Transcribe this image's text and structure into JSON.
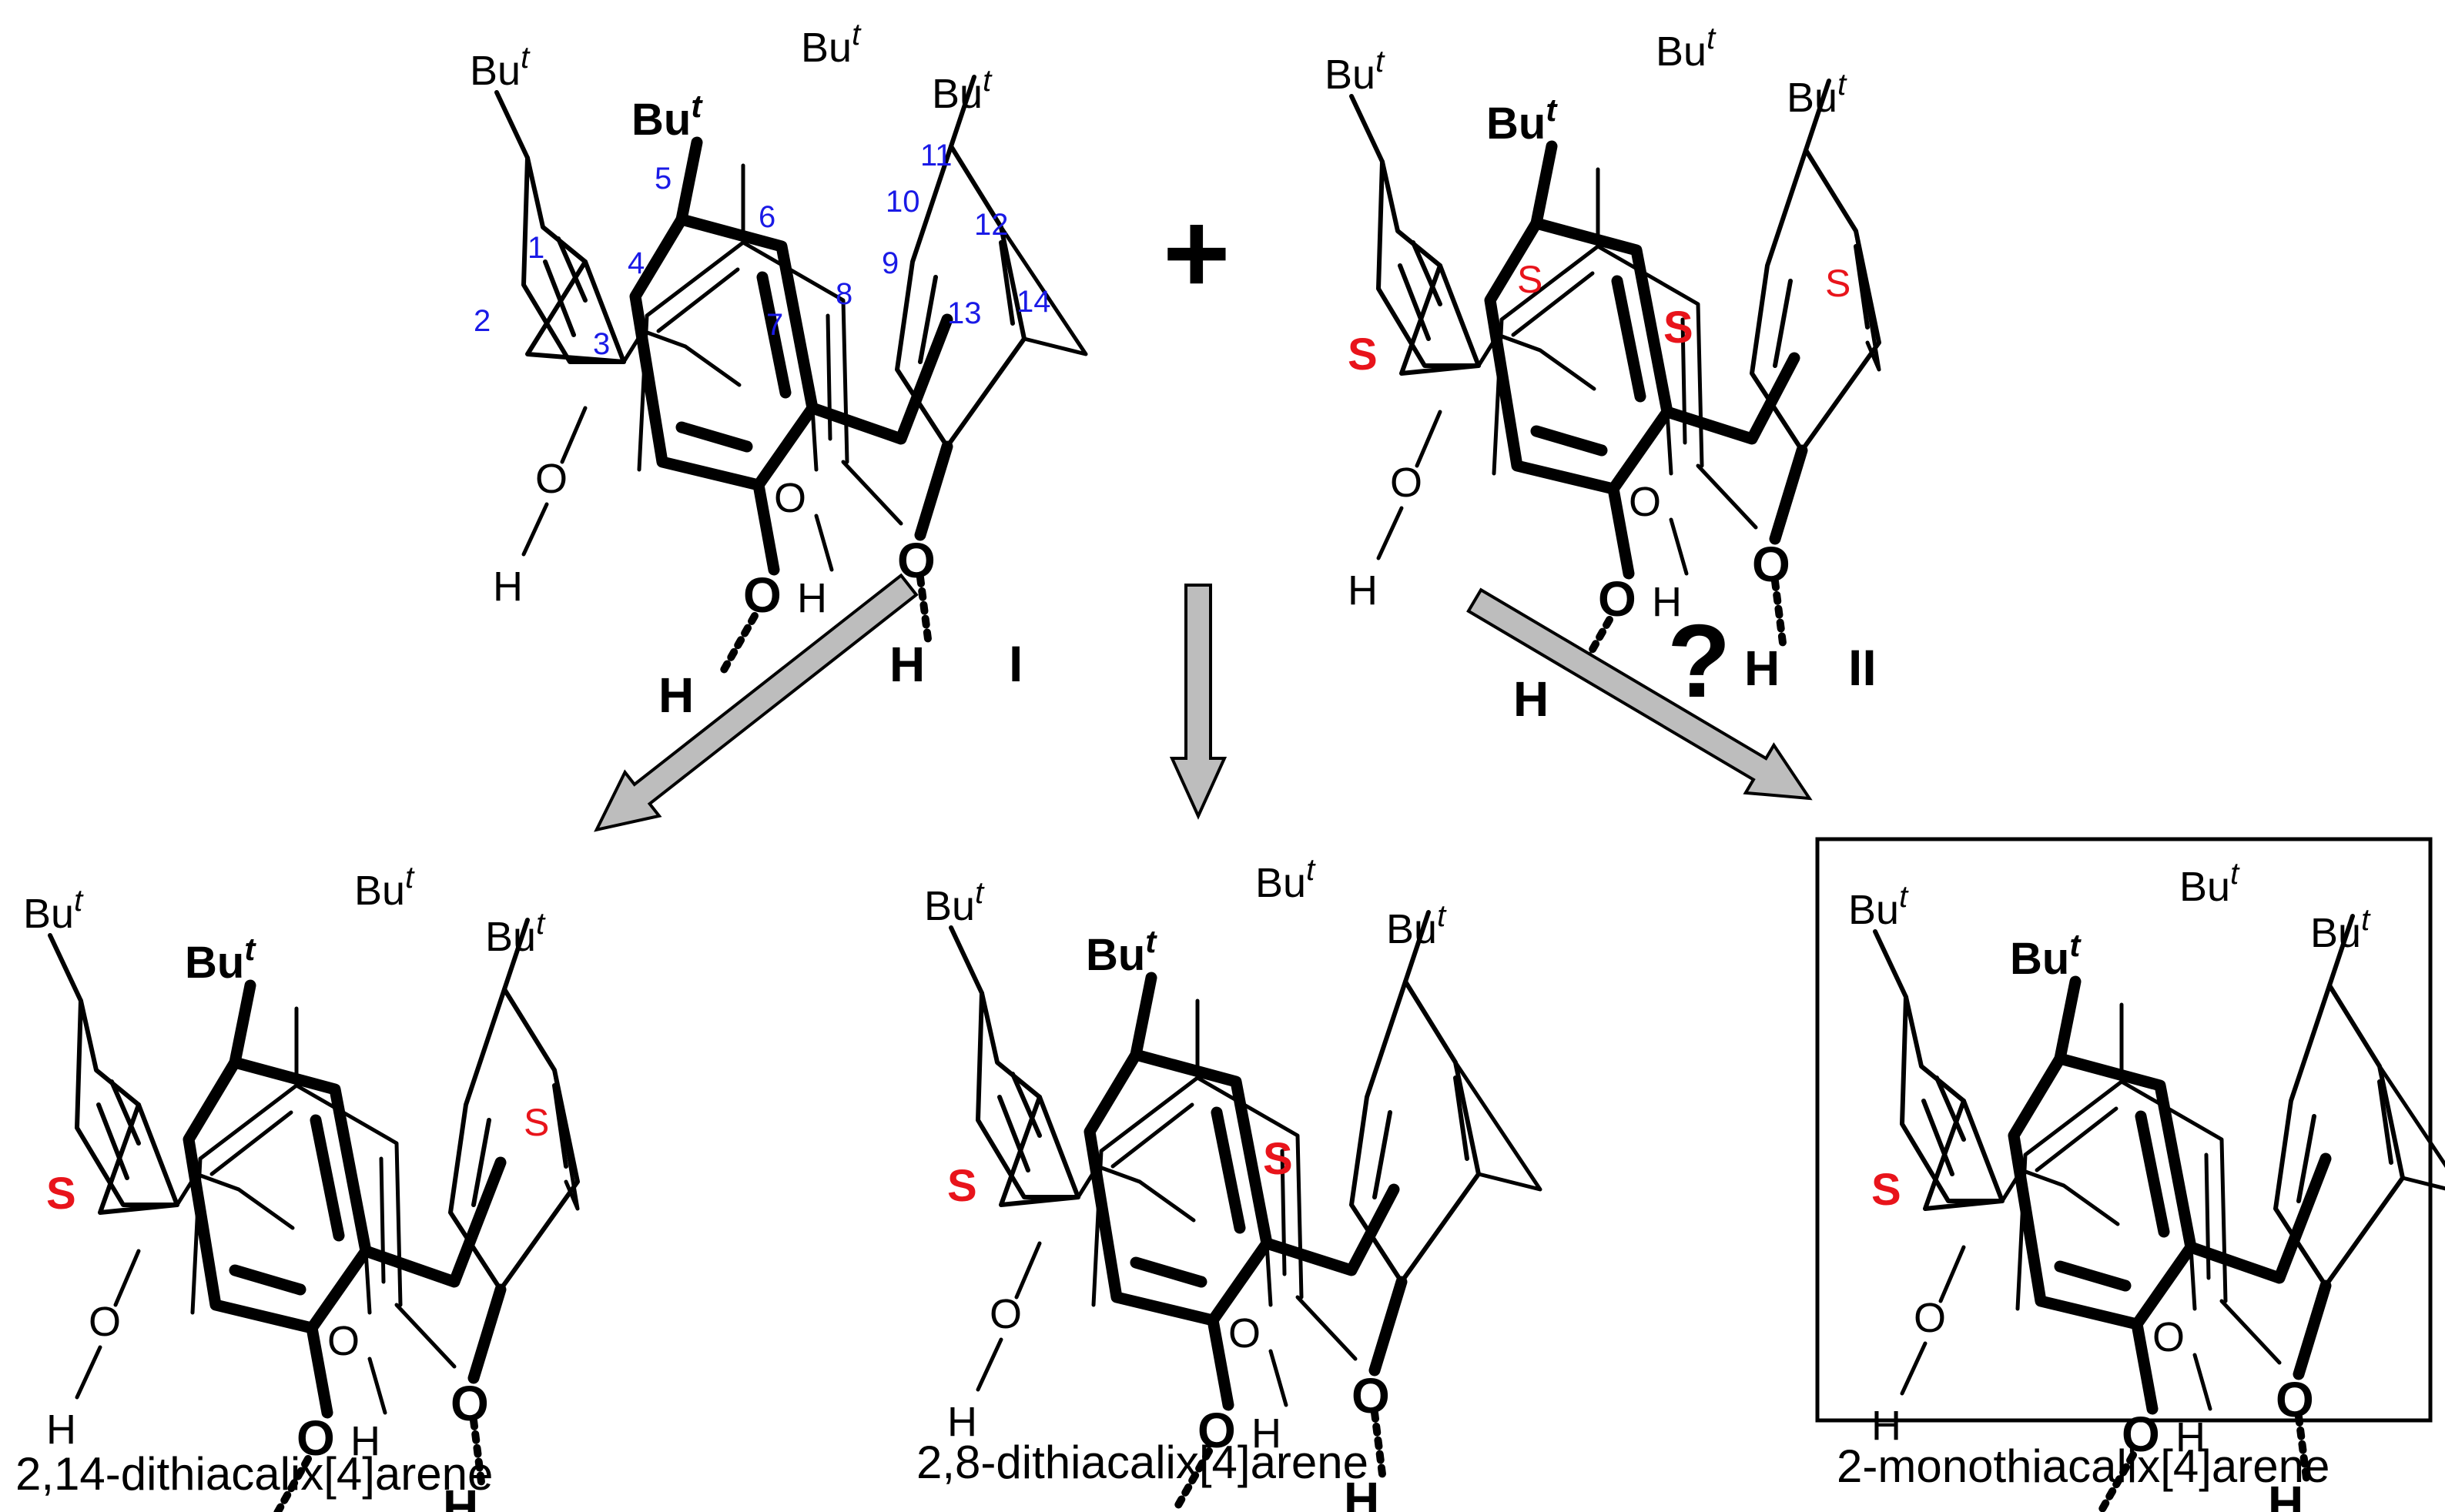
{
  "substituent": {
    "bu": "Bu",
    "t": "t"
  },
  "atoms": {
    "O": "O",
    "H": "H",
    "S": "S"
  },
  "compound_labels": {
    "I": "I",
    "II": "II"
  },
  "plus": "+",
  "question": "?",
  "numbering": [
    "1",
    "2",
    "3",
    "4",
    "5",
    "6",
    "7",
    "8",
    "9",
    "10",
    "11",
    "12",
    "13",
    "14"
  ],
  "products": [
    {
      "name": "2,14-dithiacalix[4]arene",
      "boxed": false
    },
    {
      "name": "2,8-dithiacalix[4]arene",
      "boxed": false
    },
    {
      "name": "2-monothiacalix[4]arene",
      "boxed": true
    }
  ],
  "colors": {
    "atom_numbers": "#1a1ae6",
    "sulfur": "#e8141b",
    "arrow_fill": "#bdbdbd",
    "ink": "#000000"
  }
}
